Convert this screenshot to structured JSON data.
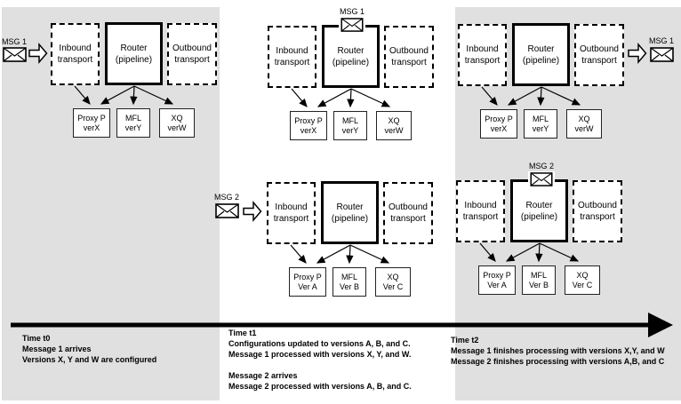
{
  "colors": {
    "band_background": "#e0e0e0",
    "box_fill": "#ffffff",
    "line": "#000000"
  },
  "messages": {
    "msg1": "MSG 1",
    "msg2": "MSG 2"
  },
  "clusters": [
    {
      "name": "t0-message1",
      "inbound": "Inbound\ntransport",
      "router": "Router\n(pipeline)",
      "outbound": "Outbound\ntransport",
      "services": [
        "Proxy P\nverX",
        "MFL\nverY",
        "XQ\nverW"
      ]
    },
    {
      "name": "t1-message1",
      "inbound": "Inbound\ntransport",
      "router": "Router\n(pipeline)",
      "outbound": "Outbound\ntransport",
      "services": [
        "Proxy P\nverX",
        "MFL\nverY",
        "XQ\nverW"
      ]
    },
    {
      "name": "t2-message1",
      "inbound": "Inbound\ntransport",
      "router": "Router\n(pipeline)",
      "outbound": "Outbound\ntransport",
      "services": [
        "Proxy P\nverX",
        "MFL\nverY",
        "XQ\nverW"
      ]
    },
    {
      "name": "t1-message2",
      "inbound": "Inbound\ntransport",
      "router": "Router\n(pipeline)",
      "outbound": "Outbound\ntransport",
      "services": [
        "Proxy P\nVer A",
        "MFL\nVer B",
        "XQ\nVer C"
      ]
    },
    {
      "name": "t2-message2",
      "inbound": "Inbound\ntransport",
      "router": "Router\n(pipeline)",
      "outbound": "Outbound\ntransport",
      "services": [
        "Proxy P\nVer A",
        "MFL\nVer B",
        "XQ\nVer C"
      ]
    }
  ],
  "timeline": {
    "t0": "Time t0\nMessage 1 arrives\nVersions X, Y and W are configured",
    "t1": "Time t1\nConfigurations updated to versions A, B, and C.\nMessage 1 processed with versions X, Y, and W.\n\nMessage 2 arrives\nMessage 2 processed with versions A, B, and C.",
    "t2": "Time t2\nMessage 1 finishes processing with versions X,Y, and W\nMessage 2 finishes processing with versions A,B, and C"
  }
}
